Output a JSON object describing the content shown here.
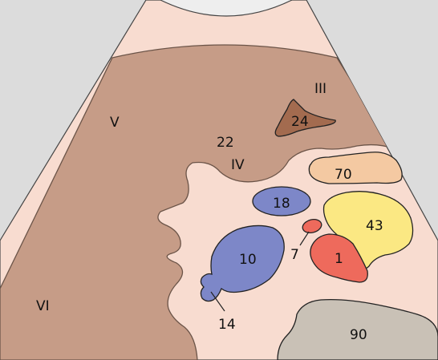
{
  "labels": {
    "segment_iii": "III",
    "segment_iv": "IV",
    "segment_v": "V",
    "segment_vi": "VI",
    "n24": "24",
    "n22": "22",
    "n70": "70",
    "n18": "18",
    "n43": "43",
    "n7": "7",
    "n10": "10",
    "n1": "1",
    "n14": "14",
    "n90": "90"
  },
  "colors": {
    "background": "#dcdcdc",
    "near_field": "#f8dcd0",
    "liver": "#c69c87",
    "liver_outline": "#6b5448",
    "bright_tissue": "#fbe3da",
    "structure_24": "#a36b4f",
    "structure_70": "#f4c9a2",
    "structure_18": "#7d87c8",
    "structure_10": "#7d87c8",
    "structure_43": "#fbe883",
    "structure_7": "#ee6a5c",
    "structure_1": "#ee6a5c",
    "structure_90": "#c9c1b6",
    "outline": "#222222"
  }
}
